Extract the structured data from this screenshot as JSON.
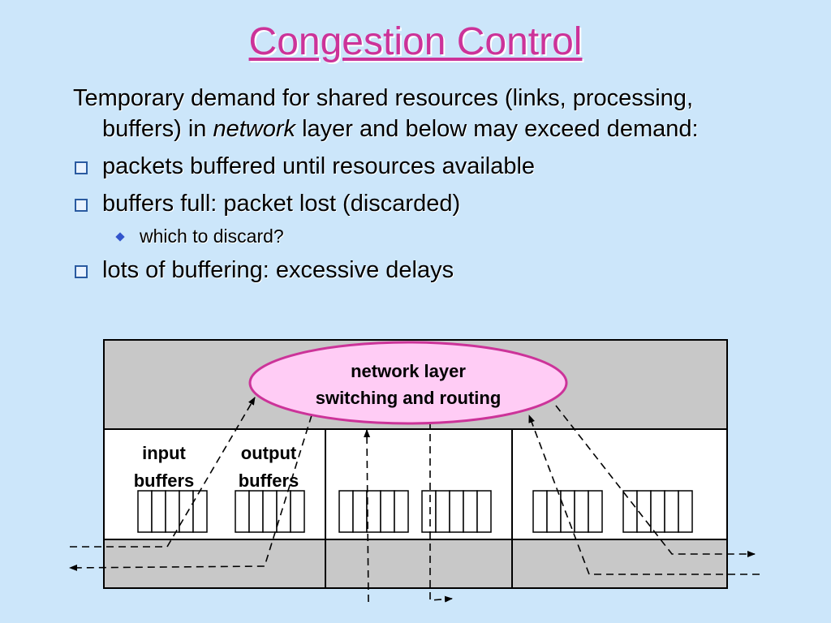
{
  "slide": {
    "title": "Congestion Control",
    "intro_pre": "Temporary demand for shared resources (links, processing, buffers) in ",
    "intro_em": "network",
    "intro_post": " layer and below may exceed demand:",
    "bullets": [
      {
        "text": "packets buffered until resources available"
      },
      {
        "text": "buffers full: packet lost (discarded)"
      },
      {
        "text": "lots of buffering: excessive delays"
      }
    ],
    "sub_bullet": "which to discard?"
  },
  "diagram": {
    "ellipse_line1": "network layer",
    "ellipse_line2": "switching and routing",
    "input_label_1": "input",
    "input_label_2": "buffers",
    "output_label_1": "output",
    "output_label_2": "buffers"
  },
  "colors": {
    "background": "#cce6fa",
    "title": "#cc3399",
    "panel": "#c8c8c8",
    "ellipse_fill": "#ffccf5",
    "ellipse_stroke": "#cc3399"
  }
}
